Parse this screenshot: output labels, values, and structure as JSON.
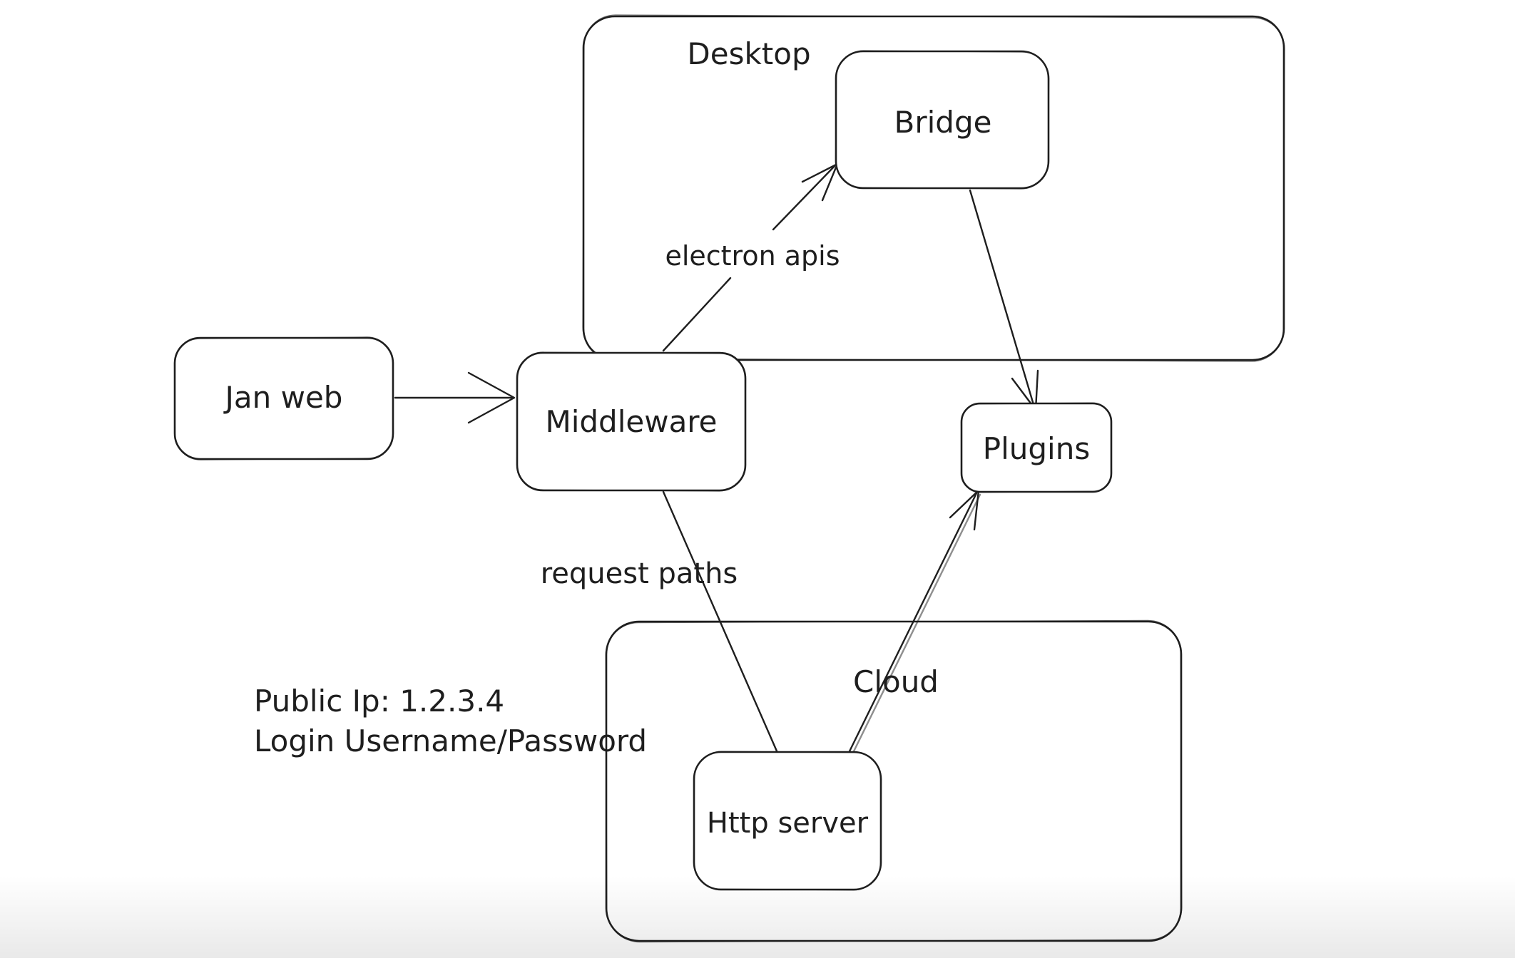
{
  "theme": {
    "background": "#ffffff",
    "stroke": "#1e1e1e",
    "fade": "#e9e9e9"
  },
  "diagram": {
    "type": "whiteboard-architecture-sketch",
    "containers": {
      "desktop": {
        "label": "Desktop"
      },
      "cloud": {
        "label": "Cloud"
      }
    },
    "nodes": {
      "jan_web": {
        "label": "Jan web"
      },
      "middleware": {
        "label": "Middleware"
      },
      "bridge": {
        "label": "Bridge"
      },
      "plugins": {
        "label": "Plugins"
      },
      "http_server": {
        "label": "Http server"
      }
    },
    "edges": {
      "jan_web_to_middleware": {
        "from": "jan_web",
        "to": "middleware",
        "label": "",
        "arrowhead": "end"
      },
      "middleware_to_bridge": {
        "from": "middleware",
        "to": "bridge",
        "label": "electron apis",
        "arrowhead": "end"
      },
      "bridge_to_plugins": {
        "from": "bridge",
        "to": "plugins",
        "label": "",
        "arrowhead": "end"
      },
      "middleware_to_http_server": {
        "from": "middleware",
        "to": "http_server",
        "label": "request paths",
        "arrowhead": "none"
      },
      "http_server_to_plugins": {
        "from": "http_server",
        "to": "plugins",
        "label": "",
        "arrowhead": "end"
      }
    },
    "annotations": {
      "public_ip": "Public Ip: 1.2.3.4",
      "login": "Login Username/Password"
    }
  }
}
